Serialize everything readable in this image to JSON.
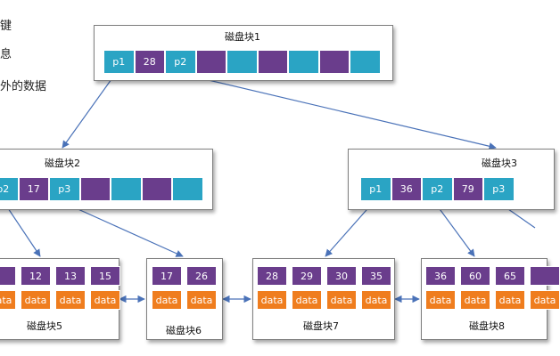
{
  "legend": {
    "line1": "键",
    "line2": "息",
    "line3": "外的数据"
  },
  "root": {
    "title": "磁盘块1",
    "cells": [
      {
        "type": "ptr",
        "text": "p1"
      },
      {
        "type": "key",
        "text": "28"
      },
      {
        "type": "ptr",
        "text": "p2"
      },
      {
        "type": "key",
        "text": ""
      },
      {
        "type": "ptr",
        "text": ""
      },
      {
        "type": "key",
        "text": ""
      },
      {
        "type": "ptr",
        "text": ""
      },
      {
        "type": "key",
        "text": ""
      },
      {
        "type": "ptr",
        "text": ""
      }
    ]
  },
  "mid_left": {
    "title": "磁盘块2",
    "cells": [
      {
        "type": "ptr",
        "text": "p2"
      },
      {
        "type": "key",
        "text": "17"
      },
      {
        "type": "ptr",
        "text": "p3"
      },
      {
        "type": "key",
        "text": ""
      },
      {
        "type": "ptr",
        "text": ""
      },
      {
        "type": "key",
        "text": ""
      },
      {
        "type": "ptr",
        "text": ""
      }
    ]
  },
  "mid_right": {
    "title": "磁盘块3",
    "cells": [
      {
        "type": "ptr",
        "text": "p1"
      },
      {
        "type": "key",
        "text": "36"
      },
      {
        "type": "ptr",
        "text": "p2"
      },
      {
        "type": "key",
        "text": "79"
      },
      {
        "type": "ptr",
        "text": "p3"
      }
    ]
  },
  "leaves": [
    {
      "title": "磁盘块5",
      "keys": [
        "",
        "12",
        "13",
        "15"
      ],
      "data_label": "data"
    },
    {
      "title": "磁盘块6",
      "keys": [
        "17",
        "26"
      ],
      "data_label": "data"
    },
    {
      "title": "磁盘块7",
      "keys": [
        "28",
        "29",
        "30",
        "35"
      ],
      "data_label": "data"
    },
    {
      "title": "磁盘块8",
      "keys": [
        "36",
        "60",
        "65",
        ""
      ],
      "data_label": "data"
    }
  ]
}
